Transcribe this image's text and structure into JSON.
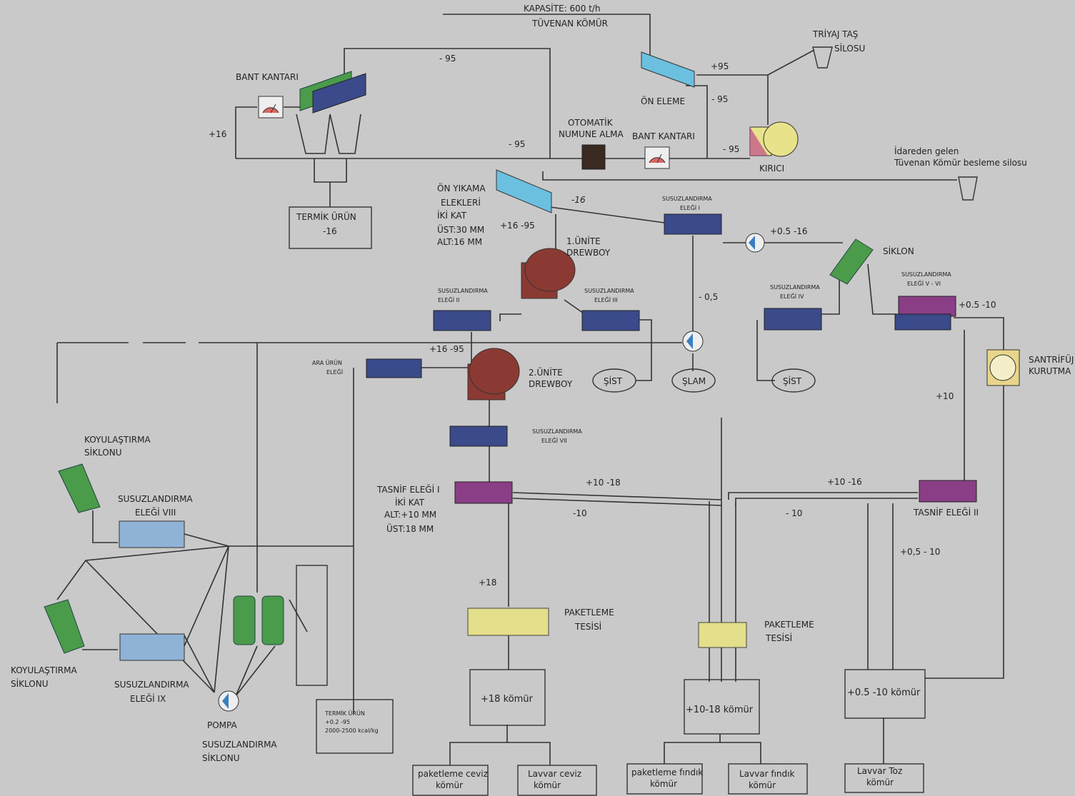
{
  "header": {
    "capacity": "KAPASİTE: 600 t/h",
    "raw_coal": "TÜVENAN KÖMÜR"
  },
  "labels": {
    "triyaj_1": "TRİYAJ TAŞ",
    "triyaj_2": "SİLOSU",
    "bant_kantari_left": "BANT KANTARI",
    "bant_kantari_mid": "BANT KANTARI",
    "on_eleme": "ÖN ELEME",
    "kirici": "KIRICI",
    "otomatik_1": "OTOMATİK",
    "otomatik_2": "NUMUNE ALMA",
    "idare_1": "İdareden gelen",
    "idare_2": "Tüvenan Kömür besleme silosu",
    "termik_urun_1": "TERMİK ÜRÜN",
    "termik_urun_2": "-16",
    "on_yikama_1": "ÖN YIKAMA",
    "on_yikama_2": "ELEKLERİ",
    "on_yikama_3": "İKİ KAT",
    "on_yikama_4": "ÜST:30 MM",
    "on_yikama_5": "ALT:16 MM",
    "unite1_1": "1.ÜNİTE",
    "unite1_2": "DREWBOY",
    "unite2_1": "2.ÜNİTE",
    "unite2_2": "DREWBOY",
    "sus1_1": "SUSUZLANDIRMA",
    "sus1_2": "ELEĞİ I",
    "sus2_1": "SUSUZLANDIRMA",
    "sus2_2": "ELEĞİ II",
    "sus3_1": "SUSUZLANDIRMA",
    "sus3_2": "ELEĞİ   III",
    "sus4_1": "SUSUZLANDIRMA",
    "sus4_2": "ELEĞİ  IV",
    "sus56_1": "SUSUZLANDIRMA",
    "sus56_2": "ELEĞİ  V - VI",
    "sus7_1": "SUSUZLANDIRMA",
    "sus7_2": "ELEĞİ  VII",
    "ara_1": "ARA ÜRÜN",
    "ara_2": "ELEĞİ",
    "siklon": "SİKLON",
    "santrifuj_1": "SANTRİFÜJ",
    "santrifuj_2": "KURUTMA",
    "sist_1": "ŞİST",
    "slam": "ŞLAM",
    "sist_2": "ŞİST",
    "tasnif1_1": "TASNİF ELEĞİ  I",
    "tasnif1_2": "İKİ KAT",
    "tasnif1_3": "ALT:+10 MM",
    "tasnif1_4": "ÜST:18 MM",
    "tasnif2": "TASNİF ELEĞİ  II",
    "koyu1_1": "KOYULAŞTIRMA",
    "koyu1_2": "SİKLONU",
    "koyu2_1": "KOYULAŞTIRMA",
    "koyu2_2": "SİKLONU",
    "sus8_1": "SUSUZLANDIRMA",
    "sus8_2": "ELEĞİ VIII",
    "sus9_1": "SUSUZLANDIRMA",
    "sus9_2": "ELEĞİ IX",
    "pompa": "POMPA",
    "sus_siklon_1": "SUSUZLANDIRMA",
    "sus_siklon_2": "SİKLONU",
    "termik2_1": "TERMİK ÜRÜN",
    "termik2_2": "+0.2  -95",
    "termik2_3": "2000-2500 kcal/kg",
    "paket1_1": "PAKETLEME",
    "paket1_2": "TESİSİ",
    "paket2_1": "PAKETLEME",
    "paket2_2": "TESİSİ",
    "k18": "+18 kömür",
    "k1018": "+10-18 kömür",
    "k0510": "+0.5 -10 kömür",
    "p_ceviz_1": "paketleme ceviz",
    "p_ceviz_2": "kömür",
    "l_ceviz_1": "Lavvar ceviz",
    "l_ceviz_2": "kömür",
    "p_findik_1": "paketleme fındık",
    "p_findik_2": "kömür",
    "l_findik_1": "Lavvar fındık",
    "l_findik_2": "kömür",
    "l_toz_1": "Lavvar Toz",
    "l_toz_2": "kömür"
  },
  "flows": {
    "m95_top": "- 95",
    "p95": "+95",
    "m95_a": "- 95",
    "m95_b": "- 95",
    "m95_c": "- 95",
    "p16": "+16",
    "m16": "-16",
    "p16m95": "+16 -95",
    "p05m16": "+0.5 -16",
    "m05": "- 0,5",
    "p05m10": "+0.5 -10",
    "p16m95_b": "+16 -95",
    "p10": "+10",
    "p10m18": "+10 -18",
    "m10_a": "-10",
    "p10m16": "+10 -16",
    "m10_b": "- 10",
    "p05m10_b": "+0,5  - 10",
    "p18": "+18"
  }
}
